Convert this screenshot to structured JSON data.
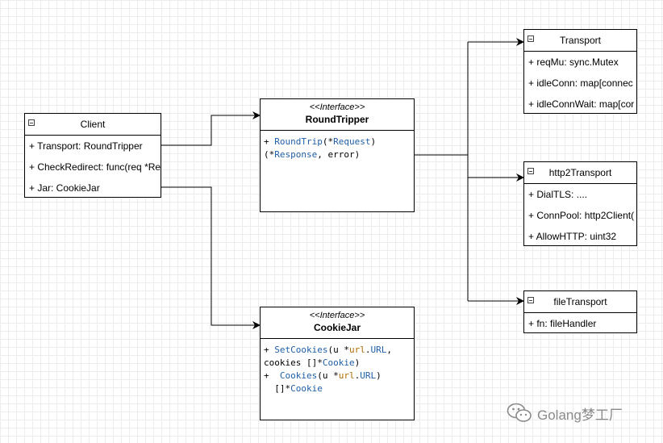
{
  "client": {
    "title": "Client",
    "fields": [
      "+ Transport: RoundTripper",
      "+ CheckRedirect: func(req *Re",
      "+ Jar: CookieJar"
    ]
  },
  "round_tripper": {
    "stereotype": "<<Interface>>",
    "title": "RoundTripper",
    "method": {
      "prefix": "+ ",
      "name": "RoundTrip",
      "p1": "(*",
      "t1": "Request",
      "p2": ")",
      "p3": "(*",
      "t2": "Response",
      "p4": ", error)"
    }
  },
  "cookie_jar": {
    "stereotype": "<<Interface>>",
    "title": "CookieJar",
    "m1": {
      "prefix": "+ ",
      "name": "SetCookies",
      "a": "(u *",
      "pkg": "url",
      "dot": ".",
      "t": "URL",
      "b": ",",
      "c": "cookies []*",
      "t2": "Cookie",
      "d": ")"
    },
    "m2": {
      "prefix": "+  ",
      "name": "Cookies",
      "a": "(u *",
      "pkg": "url",
      "dot": ".",
      "t": "URL",
      "b": ")",
      "c": "  []*",
      "t2": "Cookie"
    }
  },
  "transport": {
    "title": "Transport",
    "fields": [
      "+ reqMu: sync.Mutex",
      "+ idleConn: map[connec",
      "+ idleConnWait: map[cor"
    ]
  },
  "http2_transport": {
    "title": "http2Transport",
    "fields": [
      "+ DialTLS: ....",
      "+ ConnPool: http2Client(",
      "+ AllowHTTP:  uint32"
    ]
  },
  "file_transport": {
    "title": "fileTransport",
    "fields": [
      "+ fn: fileHandler"
    ]
  },
  "watermark": {
    "text": "Golang梦工厂",
    "icon": "wechat-icon"
  },
  "colors": {
    "keyword": "#1f5ea8",
    "type": "#b36b00",
    "grid": "#ececec"
  }
}
